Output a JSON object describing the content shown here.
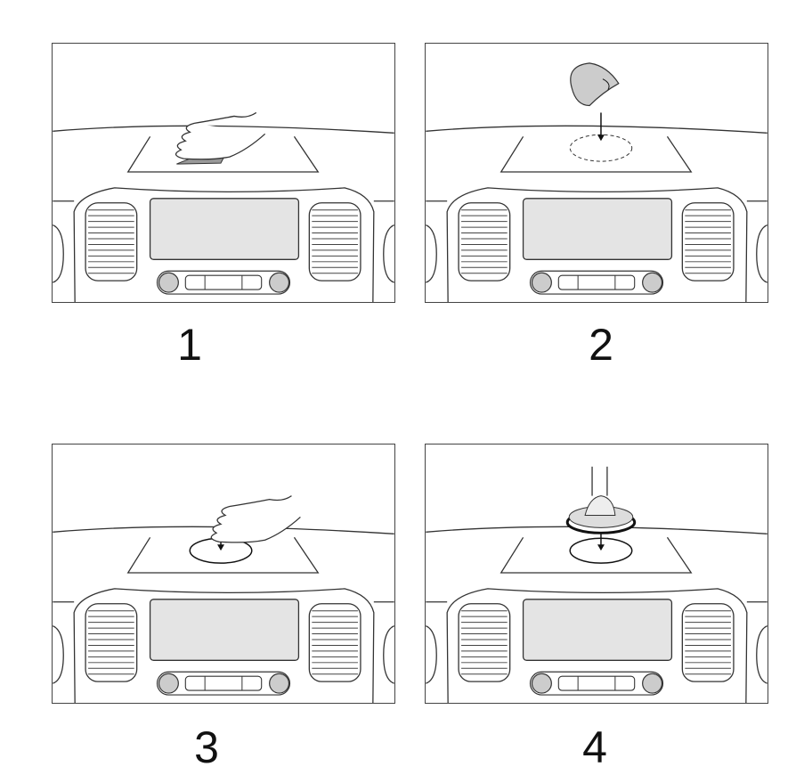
{
  "steps": [
    {
      "number": "1",
      "action": "clean"
    },
    {
      "number": "2",
      "action": "peel"
    },
    {
      "number": "3",
      "action": "press"
    },
    {
      "number": "4",
      "action": "mount"
    }
  ]
}
